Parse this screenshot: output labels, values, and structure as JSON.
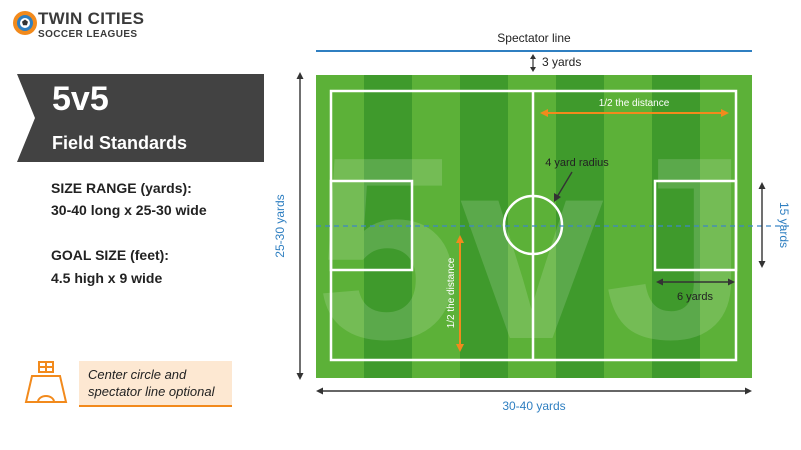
{
  "logo": {
    "line1": "TWIN CITIES",
    "line2": "SOCCER LEAGUES",
    "icon": "soccer-ball-logo-icon"
  },
  "title": {
    "main": "5v5",
    "subtitle": "Field Standards"
  },
  "size_range": {
    "heading": "SIZE RANGE (yards):",
    "value": "30-40 long x 25-30 wide"
  },
  "goal_size": {
    "heading": "GOAL SIZE (feet):",
    "value": "4.5 high x 9 wide"
  },
  "note": {
    "line1": "Center circle and",
    "line2": "spectator line optional",
    "icon": "goal-field-icon"
  },
  "field": {
    "spectator_line": "Spectator line",
    "spectator_gap": "3 yards",
    "half_distance_top": "1/2 the distance",
    "half_distance_left": "1/2 the distance",
    "center_radius": "4 yard radius",
    "goal_area_depth": "6 yards",
    "goal_area_width": "15 yards",
    "field_width": "25-30 yards",
    "field_length": "30-40 yards",
    "watermark": "5vJ"
  },
  "colors": {
    "grass_light": "#5cb138",
    "grass_dark": "#3f9a2c",
    "accent_orange": "#f28a1c",
    "accent_blue": "#2f7fc1",
    "dark_panel": "#424242"
  }
}
